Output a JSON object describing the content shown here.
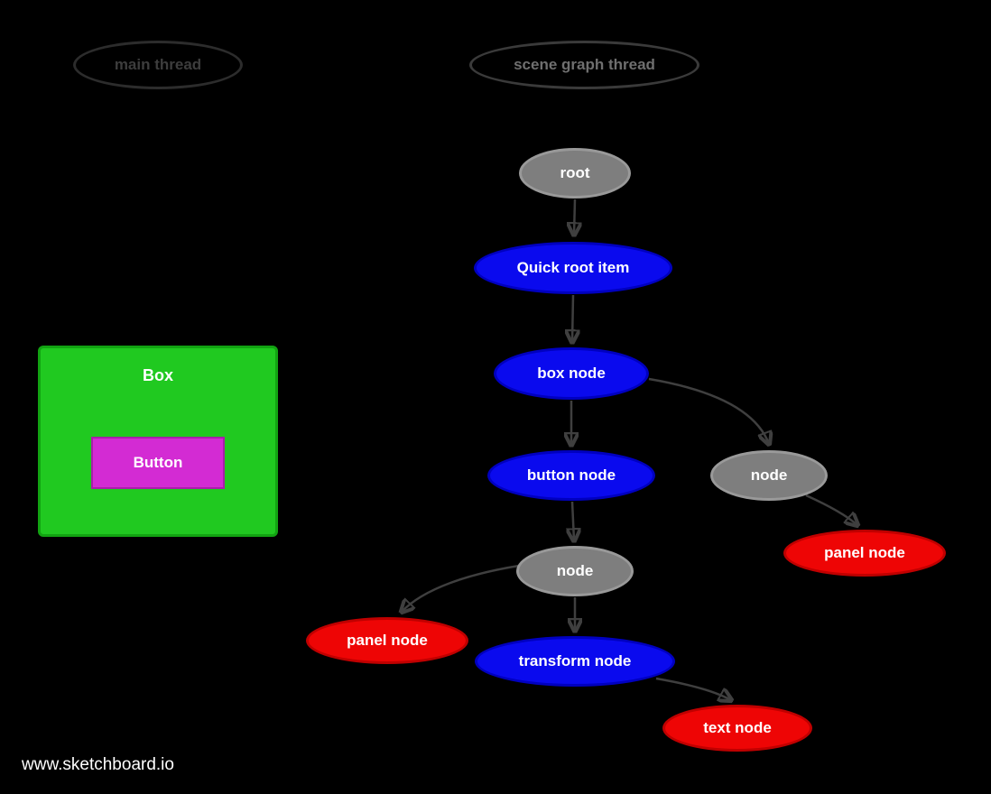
{
  "page": {
    "watermark": "www.sketchboard.io"
  },
  "colors": {
    "canvas-bg": "#000000",
    "arrow": "#3f3f3f",
    "label-white": "#ffffff",
    "node-blue": "#0a0aee",
    "node-blue-border": "#0000c0",
    "node-gray": "#7e7e7e",
    "node-gray-border": "#999999",
    "node-red": "#ee0505",
    "node-red-border": "#c00000",
    "box-green": "#20c920",
    "box-green-border": "#12a312",
    "button-magenta": "#d32bd3",
    "button-magenta-border": "#a81fa8",
    "thread-main-outline": "#2c2c2c",
    "thread-main-text": "#3d3d3d",
    "thread-scene-outline": "#3a3a3a",
    "thread-scene-text": "#6f6f6f"
  },
  "threads": {
    "main": {
      "label": "main thread"
    },
    "scene": {
      "label": "scene graph thread"
    }
  },
  "mock_ui": {
    "box": {
      "label": "Box"
    },
    "button": {
      "label": "Button"
    }
  },
  "graph": {
    "nodes": {
      "root": {
        "label": "root",
        "type": "gray"
      },
      "quick_root_item": {
        "label": "Quick root item",
        "type": "blue"
      },
      "box_node": {
        "label": "box node",
        "type": "blue"
      },
      "button_node": {
        "label": "button node",
        "type": "blue"
      },
      "node_a": {
        "label": "node",
        "type": "gray"
      },
      "panel_node_a": {
        "label": "panel node",
        "type": "red"
      },
      "node_b": {
        "label": "node",
        "type": "gray"
      },
      "panel_node_b": {
        "label": "panel node",
        "type": "red"
      },
      "transform_node": {
        "label": "transform node",
        "type": "blue"
      },
      "text_node": {
        "label": "text node",
        "type": "red"
      }
    },
    "edges": [
      {
        "from": "root",
        "to": "quick_root_item"
      },
      {
        "from": "quick_root_item",
        "to": "box_node"
      },
      {
        "from": "box_node",
        "to": "button_node"
      },
      {
        "from": "box_node",
        "to": "node_a"
      },
      {
        "from": "node_a",
        "to": "panel_node_a"
      },
      {
        "from": "button_node",
        "to": "node_b"
      },
      {
        "from": "node_b",
        "to": "panel_node_b"
      },
      {
        "from": "node_b",
        "to": "transform_node"
      },
      {
        "from": "transform_node",
        "to": "text_node"
      }
    ]
  }
}
